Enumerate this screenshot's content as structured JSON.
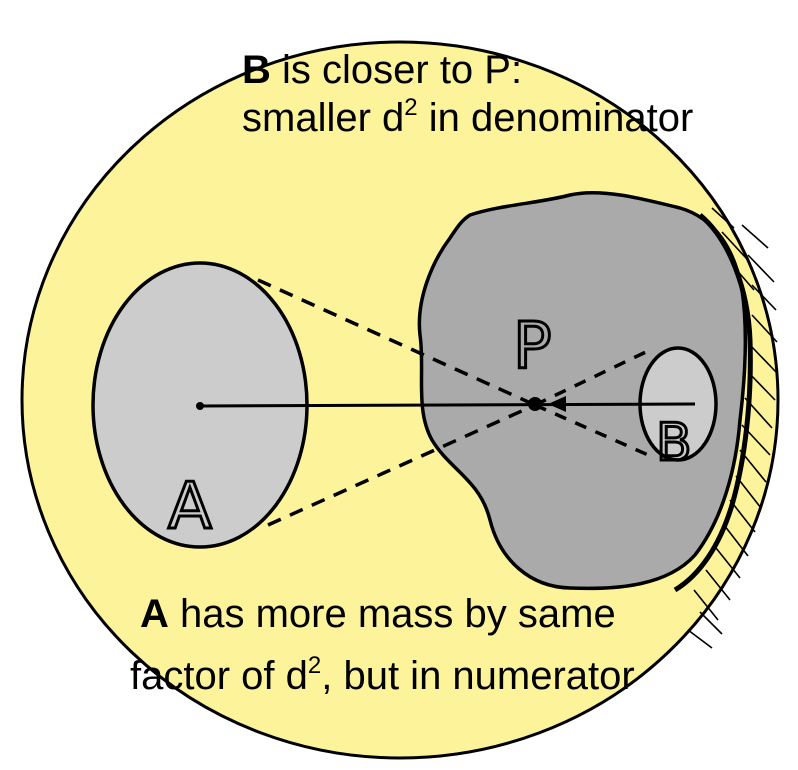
{
  "colors": {
    "background": "#ffffff",
    "sphere_fill": "#fcf39b",
    "mass_a_fill": "#cccccc",
    "mass_b_fill": "#cccccc",
    "blob_fill": "#aaaaaa",
    "ink": "#000000"
  },
  "labels": {
    "point_p": "P",
    "mass_a": "A",
    "mass_b": "B"
  },
  "captions": {
    "top": {
      "line1_bold": "B",
      "line1_rest": " is closer to P:",
      "line2_pre": "smaller d",
      "line2_sup": "2",
      "line2_post": " in denominator"
    },
    "bottom": {
      "line1_bold": "A",
      "line1_rest": " has more mass by same",
      "line2_pre": "factor of d",
      "line2_sup": "2",
      "line2_post": ", but in numerator"
    }
  }
}
